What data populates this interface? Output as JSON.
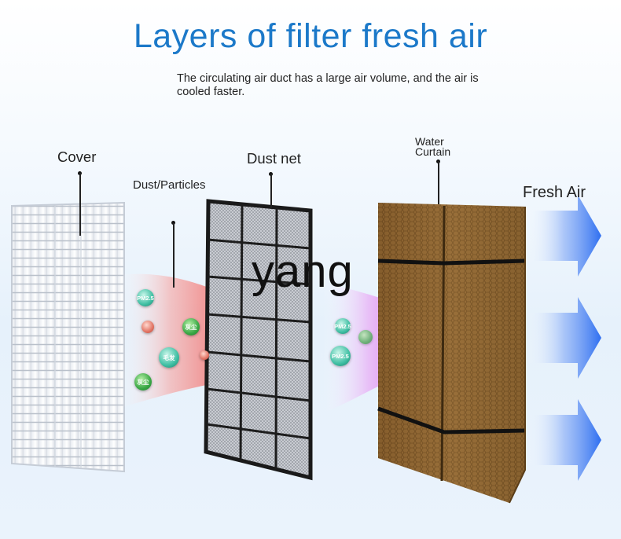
{
  "title": "Layers of filter fresh air",
  "subtitle": "The circulating air duct has a large air volume, and the air is cooled faster.",
  "labels": {
    "cover": "Cover",
    "dust_particles": "Dust/Particles",
    "dust_net": "Dust net",
    "water_curtain": "Water Curtain",
    "fresh_air": "Fresh Air"
  },
  "watermark": "yang",
  "particles": {
    "p1": "PM2.5",
    "p2": "灰尘",
    "p3": "毛发",
    "p4": "灰尘",
    "p5": "PM2.5",
    "p6": "PM2.5"
  },
  "colors": {
    "title": "#1c79c9",
    "red_airflow": "#ee2a24",
    "purple_airflow": "#d31df0",
    "fresh_air_arrow": "#2f6ff0",
    "water_curtain": "#8a6330"
  },
  "icons": [
    "cover-grille-icon",
    "dust-net-icon",
    "water-curtain-icon",
    "airflow-arrow-icon",
    "fresh-air-arrow-icon"
  ]
}
